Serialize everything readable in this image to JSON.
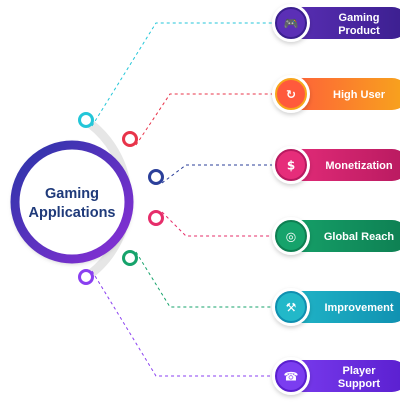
{
  "center": {
    "line1": "Gaming",
    "line2": "Applications"
  },
  "items": [
    {
      "line1": "Gaming",
      "line2": "Product",
      "icon": "gamepad-icon",
      "color": "#5b2fb6",
      "color2": "#3b1f8f"
    },
    {
      "line1": "High User",
      "line2": "",
      "icon": "refresh-icon",
      "color": "#ff5a3c",
      "color2": "#f7a51c"
    },
    {
      "line1": "Monetization",
      "line2": "",
      "icon": "money-icon",
      "color": "#e62d7a",
      "color2": "#b81a60"
    },
    {
      "line1": "Global Reach",
      "line2": "",
      "icon": "globe-icon",
      "color": "#16a36b",
      "color2": "#0e7f52"
    },
    {
      "line1": "Improvement",
      "line2": "",
      "icon": "tools-icon",
      "color": "#22b8c9",
      "color2": "#0f8fb0"
    },
    {
      "line1": "Player",
      "line2": "Support",
      "icon": "support-icon",
      "color": "#7b3df0",
      "color2": "#5a1fcf"
    }
  ],
  "dots": [
    {
      "color": "#23c6d8"
    },
    {
      "color": "#e8344a"
    },
    {
      "color": "#2b3f9a"
    },
    {
      "color": "#e62d6a"
    },
    {
      "color": "#16a36b"
    },
    {
      "color": "#8a3ff0"
    }
  ],
  "colors": {
    "arc": "#e6e6e6",
    "center_ring_outer": "#2a2f96",
    "center_ring_inner": "#7a2fd0",
    "center_text": "#1f3a7a"
  }
}
